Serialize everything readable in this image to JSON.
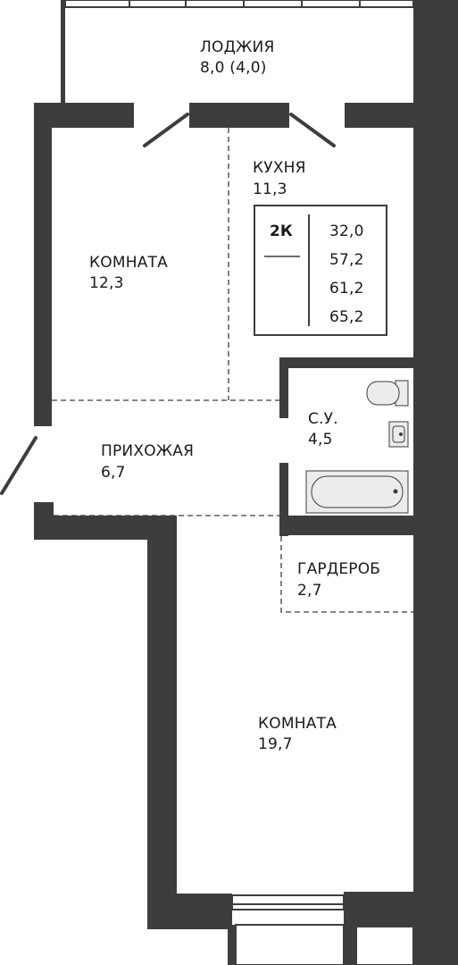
{
  "rooms": [
    {
      "name": "ЛОДЖИЯ",
      "area": "8,0 (4,0)"
    },
    {
      "name": "КУХНЯ",
      "area": "11,3"
    },
    {
      "name": "КОМНАТА",
      "area": "12,3"
    },
    {
      "name": "С.У.",
      "area": "4,5"
    },
    {
      "name": "ПРИХОЖАЯ",
      "area": "6,7"
    },
    {
      "name": "ГАРДЕРОБ",
      "area": "2,7"
    },
    {
      "name": "КОМНАТА",
      "area": "19,7"
    }
  ],
  "summary": {
    "type": "2К",
    "areas": [
      "32,0",
      "57,2",
      "61,2",
      "65,2"
    ]
  },
  "colors": {
    "wall": "#3d3d3f",
    "line": "#3d3d3f",
    "fixture": "#ececec"
  }
}
